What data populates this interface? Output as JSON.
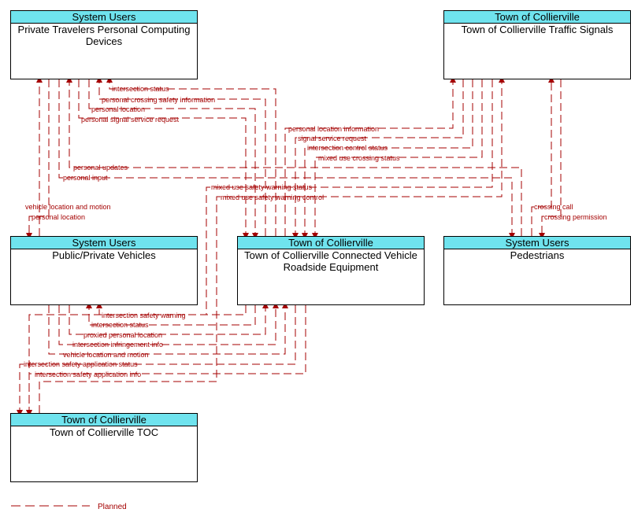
{
  "nodes": {
    "travelers": {
      "header": "System Users",
      "name": "Private Travelers Personal Computing Devices"
    },
    "signals": {
      "header": "Town of Collierville",
      "name": "Town of Collierville Traffic Signals"
    },
    "vehicles": {
      "header": "System Users",
      "name": "Public/Private Vehicles"
    },
    "rse": {
      "header": "Town of Collierville",
      "name": "Town of Collierville Connected Vehicle Roadside Equipment"
    },
    "pedestrians": {
      "header": "System Users",
      "name": "Pedestrians"
    },
    "toc": {
      "header": "Town of Collierville",
      "name": "Town of Collierville TOC"
    }
  },
  "flows": [
    {
      "id": "f1",
      "label": "intersection status"
    },
    {
      "id": "f2",
      "label": "personal crossing safety information"
    },
    {
      "id": "f3",
      "label": "personal location"
    },
    {
      "id": "f4",
      "label": "personal signal service request"
    },
    {
      "id": "f5",
      "label": "personal location information"
    },
    {
      "id": "f6",
      "label": "signal service request"
    },
    {
      "id": "f7",
      "label": "intersection control status"
    },
    {
      "id": "f8",
      "label": "mixed use crossing status"
    },
    {
      "id": "f9",
      "label": "personal updates"
    },
    {
      "id": "f10",
      "label": "personal input"
    },
    {
      "id": "f11",
      "label": "mixed use safety warning status"
    },
    {
      "id": "f12",
      "label": "mixed use safety warning control"
    },
    {
      "id": "f13",
      "label": "crossing call"
    },
    {
      "id": "f14",
      "label": "crossing permission"
    },
    {
      "id": "f15",
      "label": "vehicle location and motion"
    },
    {
      "id": "f16",
      "label": "personal location"
    },
    {
      "id": "f17",
      "label": "intersection safety warning"
    },
    {
      "id": "f18",
      "label": "intersection status"
    },
    {
      "id": "f19",
      "label": "proxied personal location"
    },
    {
      "id": "f20",
      "label": "intersection infringement info"
    },
    {
      "id": "f21",
      "label": "vehicle location and motion"
    },
    {
      "id": "f22",
      "label": "intersection safety application status"
    },
    {
      "id": "f23",
      "label": "intersection safety application info"
    }
  ],
  "legend": {
    "label": "Planned"
  },
  "colors": {
    "flow": "#a40000",
    "header": "#6fe3ee"
  }
}
